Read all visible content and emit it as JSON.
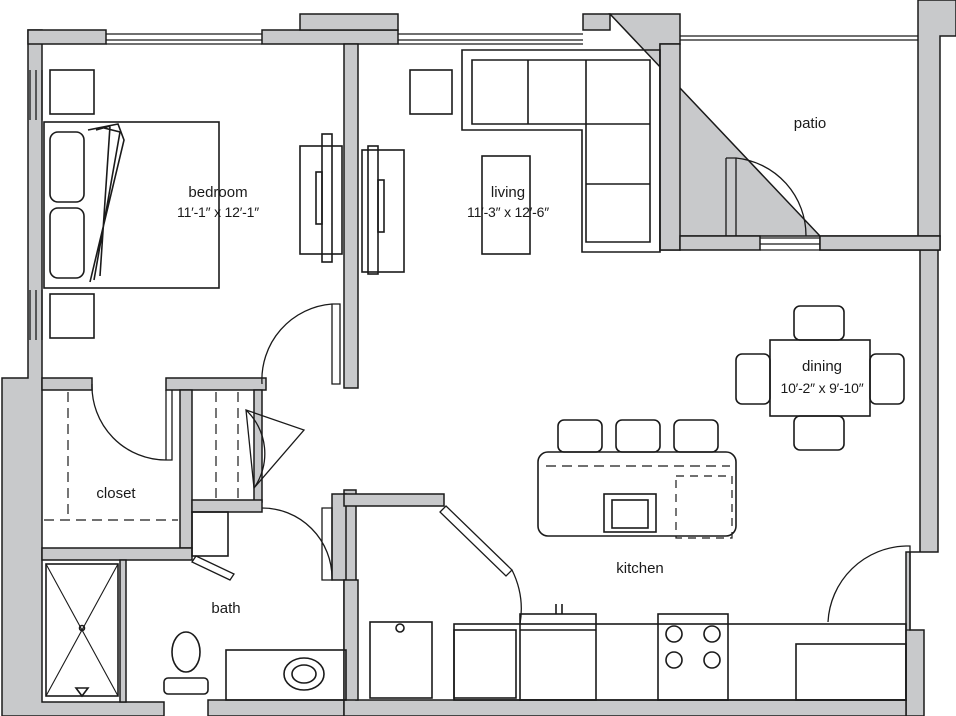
{
  "rooms": {
    "bedroom": {
      "name": "bedroom",
      "dimensions": "11′-1″ x 12′-1″"
    },
    "living": {
      "name": "living",
      "dimensions": "11′-3″ x 12′-6″"
    },
    "patio": {
      "name": "patio"
    },
    "dining": {
      "name": "dining",
      "dimensions": "10′-2″ x 9′-10″"
    },
    "closet": {
      "name": "closet"
    },
    "kitchen": {
      "name": "kitchen"
    },
    "bath": {
      "name": "bath"
    }
  },
  "colors": {
    "wall": "#c8c9cb",
    "line": "#1a1a1a",
    "background": "#ffffff"
  }
}
